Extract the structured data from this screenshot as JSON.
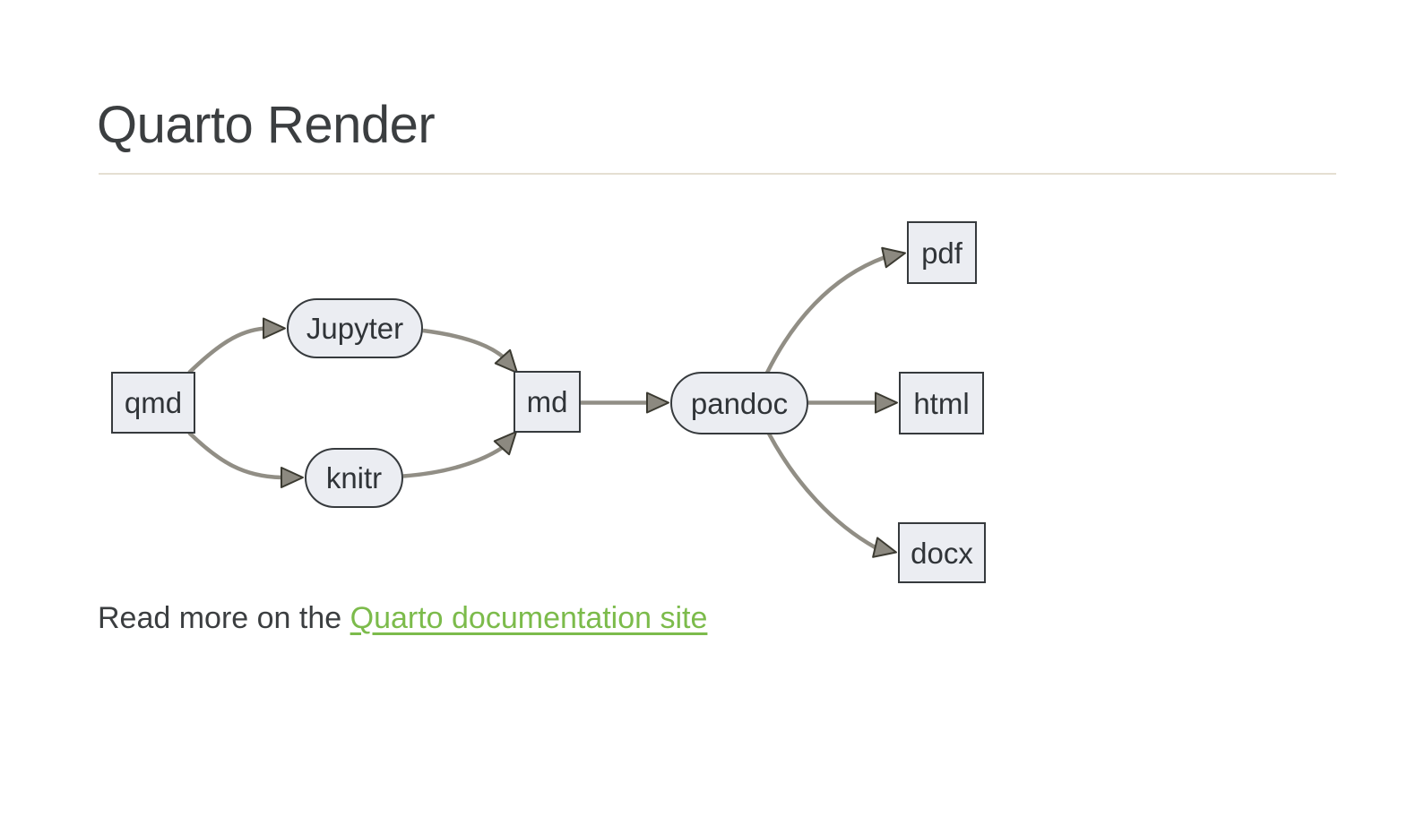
{
  "header": {
    "title": "Quarto Render"
  },
  "diagram": {
    "nodes": {
      "qmd": {
        "label": "qmd",
        "shape": "rect"
      },
      "jupyter": {
        "label": "Jupyter",
        "shape": "stadium"
      },
      "knitr": {
        "label": "knitr",
        "shape": "stadium"
      },
      "md": {
        "label": "md",
        "shape": "rect"
      },
      "pandoc": {
        "label": "pandoc",
        "shape": "stadium"
      },
      "pdf": {
        "label": "pdf",
        "shape": "rect"
      },
      "html": {
        "label": "html",
        "shape": "rect"
      },
      "docx": {
        "label": "docx",
        "shape": "rect"
      }
    },
    "edges": [
      {
        "from": "qmd",
        "to": "jupyter"
      },
      {
        "from": "qmd",
        "to": "knitr"
      },
      {
        "from": "jupyter",
        "to": "md"
      },
      {
        "from": "knitr",
        "to": "md"
      },
      {
        "from": "md",
        "to": "pandoc"
      },
      {
        "from": "pandoc",
        "to": "pdf"
      },
      {
        "from": "pandoc",
        "to": "html"
      },
      {
        "from": "pandoc",
        "to": "docx"
      }
    ]
  },
  "footer": {
    "prefix": "Read more on the ",
    "link_label": "Quarto documentation site"
  },
  "colors": {
    "link_green": "#7cbb4b",
    "node_fill": "#ebedf2",
    "node_border": "#363a3d",
    "edge_gray": "#918e85",
    "divider_tan": "#e5dfd2",
    "text_dark": "#3b3e40"
  }
}
